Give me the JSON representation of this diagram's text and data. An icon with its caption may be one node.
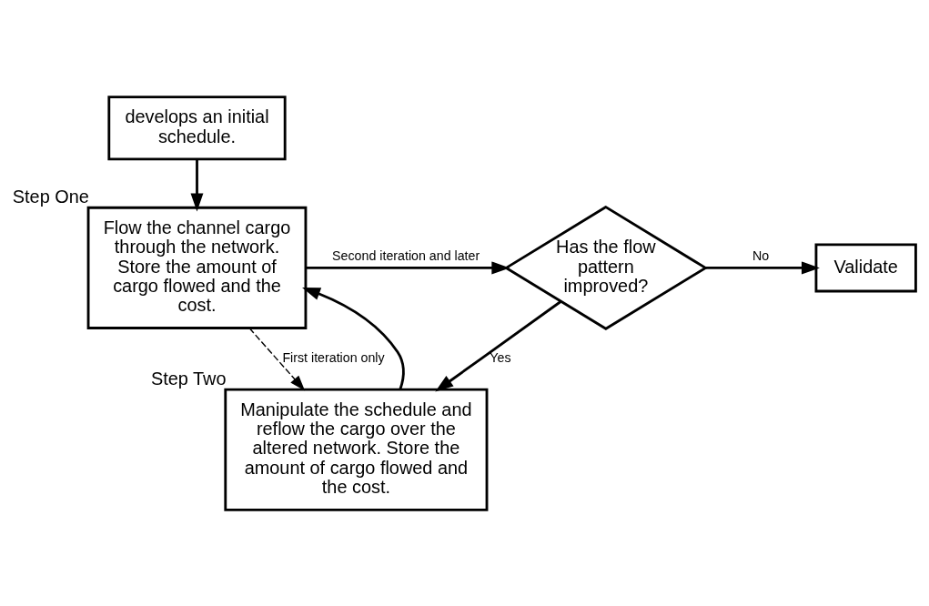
{
  "diagram": {
    "nodes": [
      {
        "text": [
          "develops an initial schedule."
        ]
      },
      {
        "text": [
          "Flow the channel cargo through the network. Store the amount of cargo flowed and the cost."
        ],
        "beside": [
          "Step One"
        ]
      },
      {
        "text": [
          "Has the flow pattern improved?"
        ]
      },
      {
        "text": [
          "Validate"
        ]
      },
      {
        "text": [
          "Manipulate the schedule and reflow the cargo over the altered network. Store the amount of cargo flowed and the cost."
        ],
        "beside": [
          "Step Two"
        ]
      }
    ],
    "edges": [
      {
        "from": 0,
        "to": 1,
        "arrow": "to"
      },
      {
        "from": 1,
        "to": 2,
        "arrow": "to",
        "label": "Second iteration and later"
      },
      {
        "from": 2,
        "to": 3,
        "arrow": "to",
        "label": "No"
      },
      {
        "from": 1,
        "to": 4,
        "arrow": "to",
        "label": "First iteration only",
        "style": "dashed"
      },
      {
        "from": 2,
        "to": 4,
        "arrow": "to",
        "label": "Yes"
      },
      {
        "from": 4,
        "to": 1,
        "arrow": "to"
      }
    ]
  }
}
